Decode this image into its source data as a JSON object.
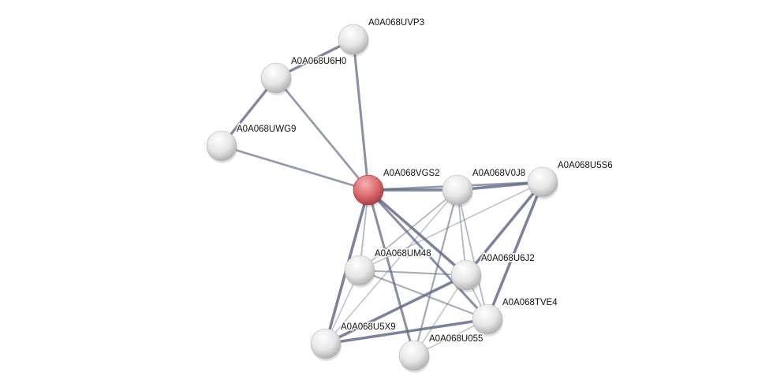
{
  "network": {
    "query_node": "A0A068VGS2",
    "colors": {
      "query": "#d9585e",
      "node": "#e8e8e8",
      "edge": "#5c6584"
    },
    "nodes": [
      {
        "id": "A0A068UVP3"
      },
      {
        "id": "A0A068U6H0"
      },
      {
        "id": "A0A068UWG9"
      },
      {
        "id": "A0A068VGS2"
      },
      {
        "id": "A0A068V0J8"
      },
      {
        "id": "A0A068U5S6"
      },
      {
        "id": "A0A068UM48"
      },
      {
        "id": "A0A068U6J2"
      },
      {
        "id": "A0A068TVE4"
      },
      {
        "id": "A0A068U5X9"
      },
      {
        "id": "A0A068U055"
      }
    ],
    "edges": [
      {
        "source": "A0A068VGS2",
        "target": "A0A068UVP3",
        "confidence": 0.7
      },
      {
        "source": "A0A068VGS2",
        "target": "A0A068U6H0",
        "confidence": 0.6
      },
      {
        "source": "A0A068VGS2",
        "target": "A0A068UWG9",
        "confidence": 0.6
      },
      {
        "source": "A0A068UVP3",
        "target": "A0A068U6H0",
        "confidence": 0.8
      },
      {
        "source": "A0A068U6H0",
        "target": "A0A068UWG9",
        "confidence": 0.8
      },
      {
        "source": "A0A068VGS2",
        "target": "A0A068V0J8",
        "confidence": 0.85
      },
      {
        "source": "A0A068VGS2",
        "target": "A0A068U5S6",
        "confidence": 0.6
      },
      {
        "source": "A0A068V0J8",
        "target": "A0A068U5S6",
        "confidence": 0.85
      },
      {
        "source": "A0A068VGS2",
        "target": "A0A068UM48",
        "confidence": 0.3
      },
      {
        "source": "A0A068VGS2",
        "target": "A0A068U5X9",
        "confidence": 0.85
      },
      {
        "source": "A0A068VGS2",
        "target": "A0A068U055",
        "confidence": 0.7
      },
      {
        "source": "A0A068VGS2",
        "target": "A0A068U6J2",
        "confidence": 0.85
      },
      {
        "source": "A0A068VGS2",
        "target": "A0A068TVE4",
        "confidence": 0.7
      },
      {
        "source": "A0A068V0J8",
        "target": "A0A068UM48",
        "confidence": 0.3
      },
      {
        "source": "A0A068V0J8",
        "target": "A0A068U5X9",
        "confidence": 0.2
      },
      {
        "source": "A0A068V0J8",
        "target": "A0A068U055",
        "confidence": 0.45
      },
      {
        "source": "A0A068V0J8",
        "target": "A0A068U6J2",
        "confidence": 0.3
      },
      {
        "source": "A0A068V0J8",
        "target": "A0A068TVE4",
        "confidence": 0.3
      },
      {
        "source": "A0A068U5S6",
        "target": "A0A068UM48",
        "confidence": 0.2
      },
      {
        "source": "A0A068U5S6",
        "target": "A0A068U6J2",
        "confidence": 0.85
      },
      {
        "source": "A0A068U5S6",
        "target": "A0A068TVE4",
        "confidence": 0.85
      },
      {
        "source": "A0A068UM48",
        "target": "A0A068U6J2",
        "confidence": 0.4
      },
      {
        "source": "A0A068UM48",
        "target": "A0A068TVE4",
        "confidence": 0.4
      },
      {
        "source": "A0A068UM48",
        "target": "A0A068U5X9",
        "confidence": 0.2
      },
      {
        "source": "A0A068U6J2",
        "target": "A0A068U5X9",
        "confidence": 0.85
      },
      {
        "source": "A0A068U6J2",
        "target": "A0A068U055",
        "confidence": 0.2
      },
      {
        "source": "A0A068U6J2",
        "target": "A0A068TVE4",
        "confidence": 0.25
      },
      {
        "source": "A0A068TVE4",
        "target": "A0A068U5X9",
        "confidence": 0.85
      },
      {
        "source": "A0A068TVE4",
        "target": "A0A068U055",
        "confidence": 0.2
      }
    ]
  }
}
